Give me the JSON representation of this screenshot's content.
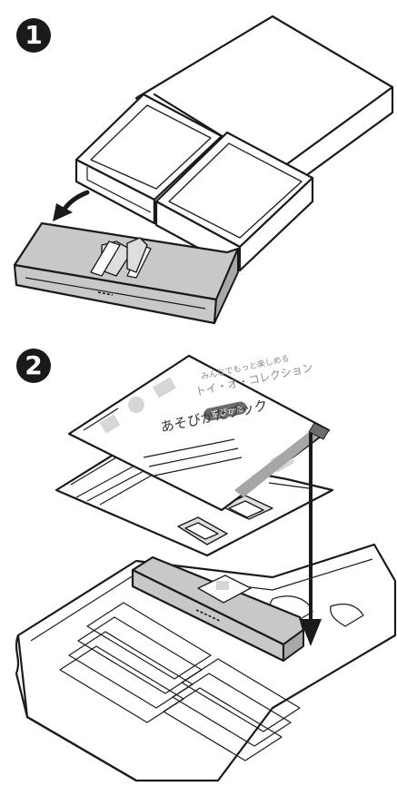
{
  "steps": [
    {
      "number": "1"
    },
    {
      "number": "2"
    }
  ],
  "booklet": {
    "tagline": "みんなでもっと楽しめる",
    "series": "トイ・オ・コレクション",
    "badge": "遊びかた",
    "title": "あそびかたブック"
  },
  "icons": [
    "step-1-badge",
    "step-2-badge",
    "curved-arrow-icon",
    "down-arrow-icon"
  ],
  "colors": {
    "ink": "#1a1a1a",
    "tray_grey": "#c8c8c8",
    "paper": "#ffffff"
  }
}
